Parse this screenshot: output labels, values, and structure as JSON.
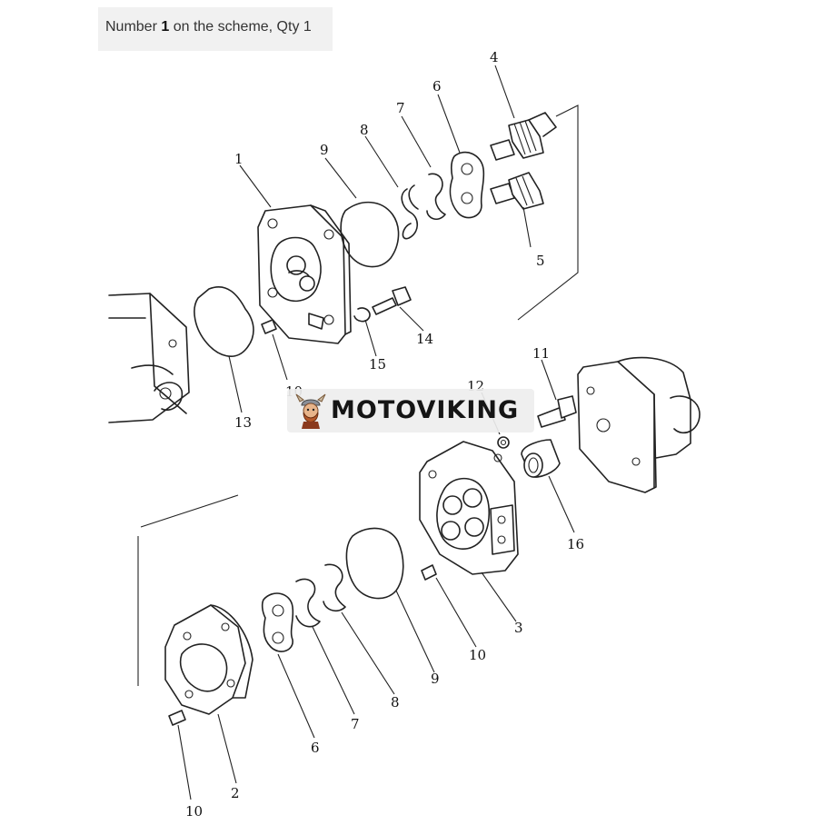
{
  "caption": {
    "prefix": "Number ",
    "number": "1",
    "suffix": " on the scheme, Qty 1"
  },
  "watermark": {
    "text": "MOTOVIKING",
    "icon": "viking-mascot-icon"
  },
  "callouts": {
    "c1": "1",
    "c2": "2",
    "c3": "3",
    "c4": "4",
    "c5": "5",
    "c6_top": "6",
    "c6_bottom": "6",
    "c7_top": "7",
    "c7_bottom": "7",
    "c8_top": "8",
    "c8_bottom": "8",
    "c9_top": "9",
    "c9_bottom": "9",
    "c10_partial": "10",
    "c10_mid": "10",
    "c10_bottom": "10",
    "c11": "11",
    "c12": "12",
    "c13": "13",
    "c14": "14",
    "c15": "15",
    "c16": "16"
  }
}
